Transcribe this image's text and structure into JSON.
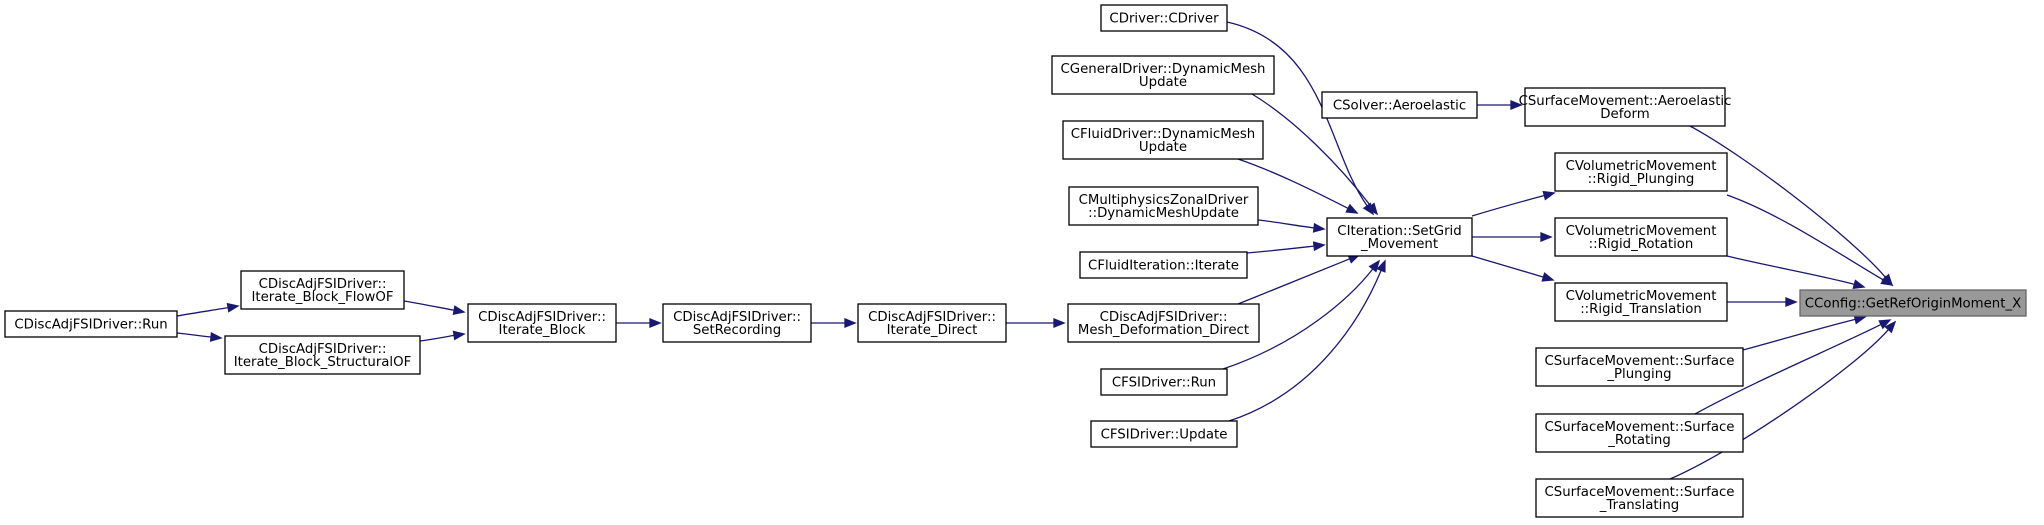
{
  "graph": {
    "edge_color": "#191970",
    "node_border_color": "#000000",
    "focus_fill_color": "#999999",
    "focus_border_color": "#666666",
    "nodes": [
      {
        "id": "cconfig",
        "lines": [
          "CConfig::GetRefOriginMoment_X"
        ],
        "focus": true
      },
      {
        "id": "surf_aeroelastic",
        "lines": [
          "CSurfaceMovement::Aeroelastic",
          "Deform"
        ]
      },
      {
        "id": "vol_plunging",
        "lines": [
          "CVolumetricMovement",
          "::Rigid_Plunging"
        ]
      },
      {
        "id": "vol_rotation",
        "lines": [
          "CVolumetricMovement",
          "::Rigid_Rotation"
        ]
      },
      {
        "id": "vol_translation",
        "lines": [
          "CVolumetricMovement",
          "::Rigid_Translation"
        ]
      },
      {
        "id": "surf_plunging",
        "lines": [
          "CSurfaceMovement::Surface",
          "_Plunging"
        ]
      },
      {
        "id": "surf_rotating",
        "lines": [
          "CSurfaceMovement::Surface",
          "_Rotating"
        ]
      },
      {
        "id": "surf_translating",
        "lines": [
          "CSurfaceMovement::Surface",
          "_Translating"
        ]
      },
      {
        "id": "solver_aeroelastic",
        "lines": [
          "CSolver::Aeroelastic"
        ]
      },
      {
        "id": "iteration_setgrid",
        "lines": [
          "CIteration::SetGrid",
          "_Movement"
        ]
      },
      {
        "id": "driver_cdriver",
        "lines": [
          "CDriver::CDriver"
        ]
      },
      {
        "id": "general_dynmesh",
        "lines": [
          "CGeneralDriver::DynamicMesh",
          "Update"
        ]
      },
      {
        "id": "fluid_dynmesh",
        "lines": [
          "CFluidDriver::DynamicMesh",
          "Update"
        ]
      },
      {
        "id": "multiphysics_dynmesh",
        "lines": [
          "CMultiphysicsZonalDriver",
          "::DynamicMeshUpdate"
        ]
      },
      {
        "id": "fluiditeration_iterate",
        "lines": [
          "CFluidIteration::Iterate"
        ]
      },
      {
        "id": "adjfsi_meshdeform",
        "lines": [
          "CDiscAdjFSIDriver::",
          "Mesh_Deformation_Direct"
        ]
      },
      {
        "id": "fsi_run",
        "lines": [
          "CFSIDriver::Run"
        ]
      },
      {
        "id": "fsi_update",
        "lines": [
          "CFSIDriver::Update"
        ]
      },
      {
        "id": "adjfsi_iterate_direct",
        "lines": [
          "CDiscAdjFSIDriver::",
          "Iterate_Direct"
        ]
      },
      {
        "id": "adjfsi_setrecording",
        "lines": [
          "CDiscAdjFSIDriver::",
          "SetRecording"
        ]
      },
      {
        "id": "adjfsi_iterate_block",
        "lines": [
          "CDiscAdjFSIDriver::",
          "Iterate_Block"
        ]
      },
      {
        "id": "adjfsi_block_flowof",
        "lines": [
          "CDiscAdjFSIDriver::",
          "Iterate_Block_FlowOF"
        ]
      },
      {
        "id": "adjfsi_block_structuralof",
        "lines": [
          "CDiscAdjFSIDriver::",
          "Iterate_Block_StructuralOF"
        ]
      },
      {
        "id": "adjfsi_run",
        "lines": [
          "CDiscAdjFSIDriver::Run"
        ]
      }
    ],
    "edges": [
      {
        "from": "surf_aeroelastic",
        "to": "cconfig"
      },
      {
        "from": "vol_plunging",
        "to": "cconfig"
      },
      {
        "from": "vol_rotation",
        "to": "cconfig"
      },
      {
        "from": "vol_translation",
        "to": "cconfig"
      },
      {
        "from": "surf_plunging",
        "to": "cconfig"
      },
      {
        "from": "surf_rotating",
        "to": "cconfig"
      },
      {
        "from": "surf_translating",
        "to": "cconfig"
      },
      {
        "from": "solver_aeroelastic",
        "to": "surf_aeroelastic"
      },
      {
        "from": "iteration_setgrid",
        "to": "vol_plunging"
      },
      {
        "from": "iteration_setgrid",
        "to": "vol_rotation"
      },
      {
        "from": "iteration_setgrid",
        "to": "vol_translation"
      },
      {
        "from": "driver_cdriver",
        "to": "iteration_setgrid"
      },
      {
        "from": "general_dynmesh",
        "to": "iteration_setgrid"
      },
      {
        "from": "fluid_dynmesh",
        "to": "iteration_setgrid"
      },
      {
        "from": "multiphysics_dynmesh",
        "to": "iteration_setgrid"
      },
      {
        "from": "fluiditeration_iterate",
        "to": "iteration_setgrid"
      },
      {
        "from": "adjfsi_meshdeform",
        "to": "iteration_setgrid"
      },
      {
        "from": "fsi_run",
        "to": "iteration_setgrid"
      },
      {
        "from": "fsi_update",
        "to": "iteration_setgrid"
      },
      {
        "from": "adjfsi_iterate_direct",
        "to": "adjfsi_meshdeform"
      },
      {
        "from": "adjfsi_setrecording",
        "to": "adjfsi_iterate_direct"
      },
      {
        "from": "adjfsi_iterate_block",
        "to": "adjfsi_setrecording"
      },
      {
        "from": "adjfsi_block_flowof",
        "to": "adjfsi_iterate_block"
      },
      {
        "from": "adjfsi_block_structuralof",
        "to": "adjfsi_iterate_block"
      },
      {
        "from": "adjfsi_run",
        "to": "adjfsi_block_flowof"
      },
      {
        "from": "adjfsi_run",
        "to": "adjfsi_block_structuralof"
      }
    ]
  }
}
